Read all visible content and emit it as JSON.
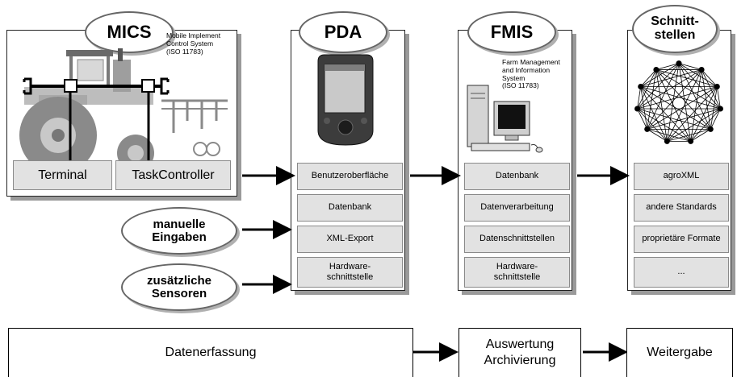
{
  "mics": {
    "title": "MICS",
    "note_lines": [
      "Mobile Implement",
      "Control System",
      "(ISO 11783)"
    ],
    "boxes": [
      "Terminal",
      "TaskController"
    ]
  },
  "pda": {
    "title": "PDA",
    "boxes": [
      "Benutzeroberfläche",
      "Datenbank",
      "XML-Export",
      "Hardware-\nschnittstelle"
    ]
  },
  "fmis": {
    "title": "FMIS",
    "note_lines": [
      "Farm Management",
      "and Information",
      "System",
      "(ISO 11783)"
    ],
    "boxes": [
      "Datenbank",
      "Datenverarbeitung",
      "Datenschnittstellen",
      "Hardware-\nschnittstelle"
    ]
  },
  "schnittstellen": {
    "title_lines": [
      "Schnitt-",
      "stellen"
    ],
    "boxes": [
      "agroXML",
      "andere Standards",
      "proprietäre Formate",
      "..."
    ]
  },
  "inputs": {
    "manual": [
      "manuelle",
      "Eingaben"
    ],
    "sensors": [
      "zusätzliche",
      "Sensoren"
    ]
  },
  "stages": {
    "capture": "Datenerfassung",
    "evaluation_lines": [
      "Auswertung",
      "Archivierung"
    ],
    "distribution": "Weitergabe"
  },
  "colors": {
    "box_fill": "#e2e2e2",
    "shadow": "#9a9a9a",
    "oval_border": "#666666"
  }
}
